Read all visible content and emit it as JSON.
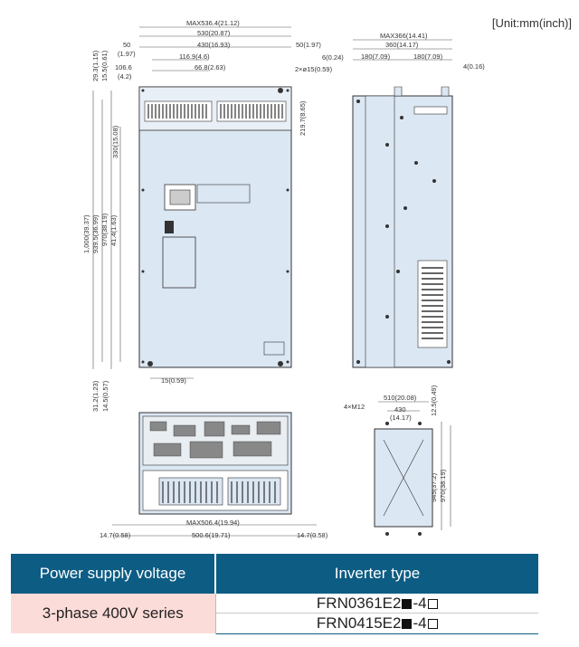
{
  "unit_note": "[Unit:mm(inch)]",
  "front_view": {
    "top_dims": [
      "MAX536.4(21.12)",
      "530(20.87)",
      "50",
      "430(16.93)",
      "50(1.97)",
      "(1.97)",
      "116.9(4.6)",
      "106.6",
      "66.8(2.63)",
      "(4.2)"
    ],
    "hole_note": "2×ø15(0.59)",
    "left_dims": [
      "29.3(1.15)",
      "15.5(0.61)",
      "330(15.08)",
      "1,000(39.37)",
      "939.5(36.99)",
      "970(38.19)",
      "41.4(1.63)",
      "31.2(1.23)",
      "14.5(0.57)"
    ],
    "right_dim": "219.7(8.65)",
    "bottom_dim": "15(0.59)"
  },
  "side_view": {
    "dims": [
      "MAX366(14.41)",
      "6(0.24)",
      "360(14.17)",
      "180(7.09)",
      "180(7.09)",
      "4(0.16)"
    ]
  },
  "bottom_view": {
    "dims": [
      "MAX506.4(19.94)",
      "14.7(0.58)",
      "500.6(19.71)",
      "14.7(0.58)"
    ]
  },
  "panel_cutout": {
    "dims": [
      "4×M12",
      "510(20.08)",
      "430",
      "(14.17)",
      "12.5(0.49)",
      "945(37.2)",
      "970(38.19)"
    ]
  },
  "table": {
    "header_voltage": "Power supply voltage",
    "header_type": "Inverter type",
    "supply": "3-phase 400V series",
    "models": [
      {
        "prefix": "FRN0361E2",
        "suffix": "-4"
      },
      {
        "prefix": "FRN0415E2",
        "suffix": "-4"
      }
    ]
  },
  "colors": {
    "panel": "#dbe7f3",
    "outline": "#333333",
    "header_bg": "#0d5c84",
    "supply_bg": "#fcdcd8"
  }
}
